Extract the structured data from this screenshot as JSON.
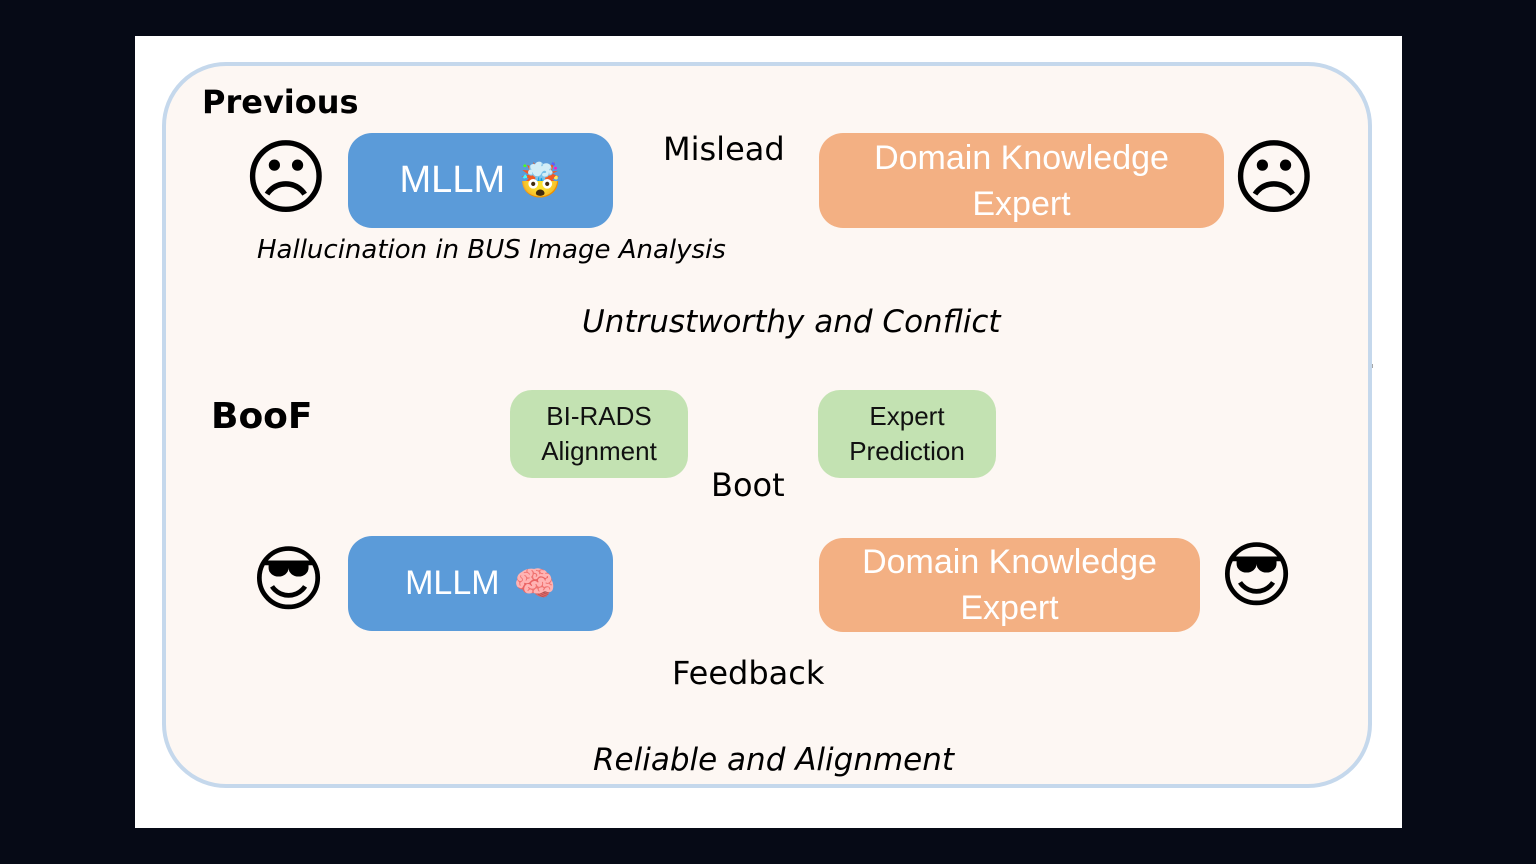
{
  "previous": {
    "title": "Previous",
    "mllm_label": "MLLM",
    "mllm_emoji": "🤯",
    "expert_label": "Domain Knowledge\nExpert",
    "arrow_label": "Mislead",
    "hallucination_note": "Hallucination in BUS Image Analysis",
    "footer": "Untrustworthy and Conflict",
    "face_emoji": "☹"
  },
  "boof": {
    "title": "BooF",
    "mllm_label": "MLLM",
    "mllm_emoji": "🧠",
    "expert_label": "Domain Knowledge\nExpert",
    "tag_left": "BI-RADS\nAlignment",
    "tag_right": "Expert\nPrediction",
    "boot_label": "Boot",
    "feedback_label": "Feedback",
    "footer": "Reliable and Alignment",
    "face_emoji": "😎"
  },
  "colors": {
    "mllm": "#5b9bd9",
    "expert": "#f3b083",
    "tag": "#c3e2b2",
    "cycle_arrow": "#bcd6ee",
    "panel_border": "#c5d8ec",
    "divider": "#a6a6a6"
  }
}
